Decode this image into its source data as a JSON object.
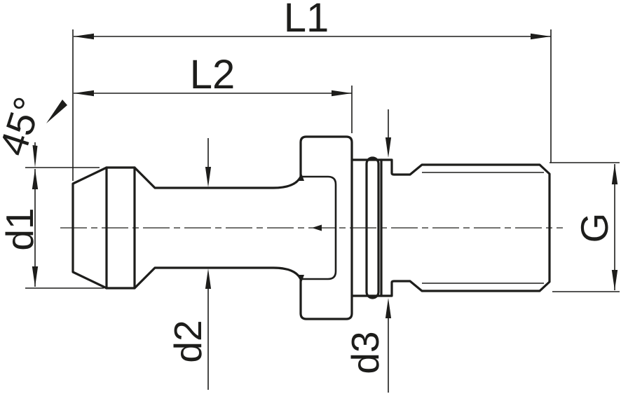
{
  "colors": {
    "background": "#ffffff",
    "line": "#1d1d1b"
  },
  "labels": {
    "l1": "L1",
    "l2": "L2",
    "chamfer_angle": "45°",
    "d1": "d1",
    "d2": "d2",
    "d3": "d3",
    "g": "G"
  }
}
